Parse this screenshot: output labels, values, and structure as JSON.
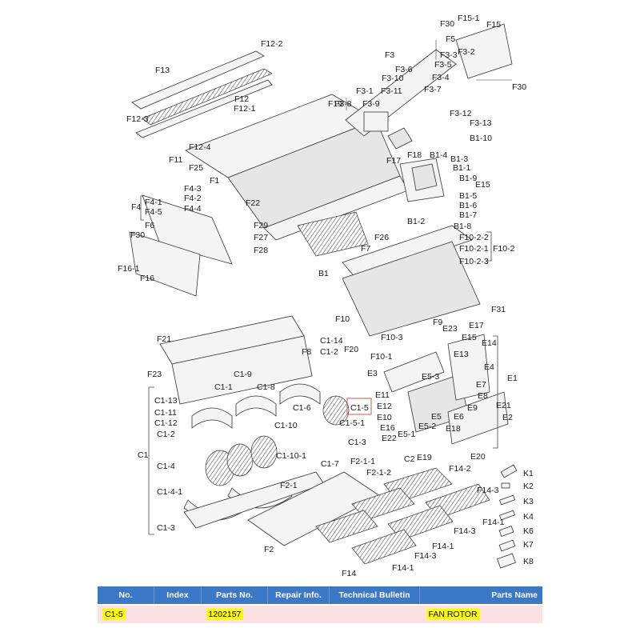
{
  "labels": {
    "F15_1": "F15-1",
    "F15": "F15",
    "F30a": "F30",
    "F5": "F5",
    "F3_2": "F3-2",
    "F3_3": "F3-3",
    "F3": "F3",
    "F3_5": "F3-5",
    "F3_6": "F3-6",
    "F3_4": "F3-4",
    "F30b": "F30",
    "F3_10": "F3-10",
    "F3_1": "F3-1",
    "F3_11": "F3-11",
    "F3_7": "F3-7",
    "F3_8": "F3-8",
    "F3_9": "F3-9",
    "F19": "F19",
    "F3_12": "F3-12",
    "F3_13": "F3-13",
    "B1_10": "B1-10",
    "F12_2": "F12-2",
    "F13": "F13",
    "F12": "F12",
    "F12_1": "F12-1",
    "F12_3": "F12-3",
    "F12_4": "F12-4",
    "F11": "F11",
    "F25": "F25",
    "F1": "F1",
    "F18": "F18",
    "F17": "F17",
    "B1_4": "B1-4",
    "B1_3": "B1-3",
    "B1_1": "B1-1",
    "B1_9": "B1-9",
    "E15a": "E15",
    "B1_5": "B1-5",
    "B1_6": "B1-6",
    "B1_7": "B1-7",
    "B1_2": "B1-2",
    "B1_8": "B1-8",
    "F4_3": "F4-3",
    "F4_2": "F4-2",
    "F4_1": "F4-1",
    "F4_5": "F4-5",
    "F4_4": "F4-4",
    "F4": "F4",
    "F22": "F22",
    "F6": "F6",
    "F30c": "F30",
    "F29": "F29",
    "F27": "F27",
    "F28": "F28",
    "F26": "F26",
    "F7": "F7",
    "F16_1": "F16-1",
    "F16": "F16",
    "B1": "B1",
    "F10_2_2": "F10-2-2",
    "F10_2_1": "F10-2-1",
    "F10_2_3": "F10-2-3",
    "F10_2": "F10-2",
    "F10": "F10",
    "F31": "F31",
    "F21": "F21",
    "C1_14": "C1-14",
    "F8": "F8",
    "C1_2a": "C1-2",
    "F20": "F20",
    "F10_3": "F10-3",
    "F9": "F9",
    "E23": "E23",
    "E17": "E17",
    "F10_1": "F10-1",
    "E15b": "E15",
    "E13": "E13",
    "E14": "E14",
    "F23": "F23",
    "C1_9": "C1-9",
    "E3": "E3",
    "E5_3": "E5-3",
    "E4": "E4",
    "E1": "E1",
    "C1_1": "C1-1",
    "C1_8": "C1-8",
    "E11": "E11",
    "E7": "E7",
    "E8": "E8",
    "C1_13": "C1-13",
    "C1_11": "C1-11",
    "C1_12": "C1-12",
    "C1_6": "C1-6",
    "C1_5": "C1-5",
    "C1_5_1": "C1-5-1",
    "E12": "E12",
    "E9": "E9",
    "E21": "E21",
    "E10": "E10",
    "E5": "E5",
    "E6": "E6",
    "E2": "E2",
    "C1_10": "C1-10",
    "C1_2b": "C1-2",
    "C1_3a": "C1-3",
    "E16": "E16",
    "E5_2": "E5-2",
    "E18": "E18",
    "E22": "E22",
    "E5_1": "E5-1",
    "C1": "C1",
    "C1_10_1": "C1-10-1",
    "C1_7": "C1-7",
    "C1_4": "C1-4",
    "F2_1_1": "F2-1-1",
    "C2": "C2",
    "E19": "E19",
    "E20": "E20",
    "F14_2": "F14-2",
    "F2_1_2": "F2-1-2",
    "K1": "K1",
    "K2": "K2",
    "K3": "K3",
    "K4": "K4",
    "K6": "K6",
    "K7": "K7",
    "K8": "K8",
    "C1_4_1": "C1-4-1",
    "F2_1": "F2-1",
    "F14_3a": "F14-3",
    "F14_1a": "F14-1",
    "F14_3b": "F14-3",
    "F14_1b": "F14-1",
    "F14_3c": "F14-3",
    "F14_1c": "F14-1",
    "C1_3b": "C1-3",
    "F2": "F2",
    "F14": "F14"
  },
  "table": {
    "headers": [
      "No.",
      "Index",
      "Parts No.",
      "Repair Info.",
      "Technical Bulletin",
      "Parts Name"
    ],
    "row": {
      "no": "C1-5",
      "index": "",
      "parts_no": "1202157",
      "repair_info": "",
      "technical_bulletin": "",
      "parts_name": "FAN ROTOR"
    }
  },
  "colors": {
    "header_bg": "#3b78c8",
    "row_bg": "#fbe0e4",
    "highlight": "#ffff00",
    "callout_box": "#d9534f"
  }
}
